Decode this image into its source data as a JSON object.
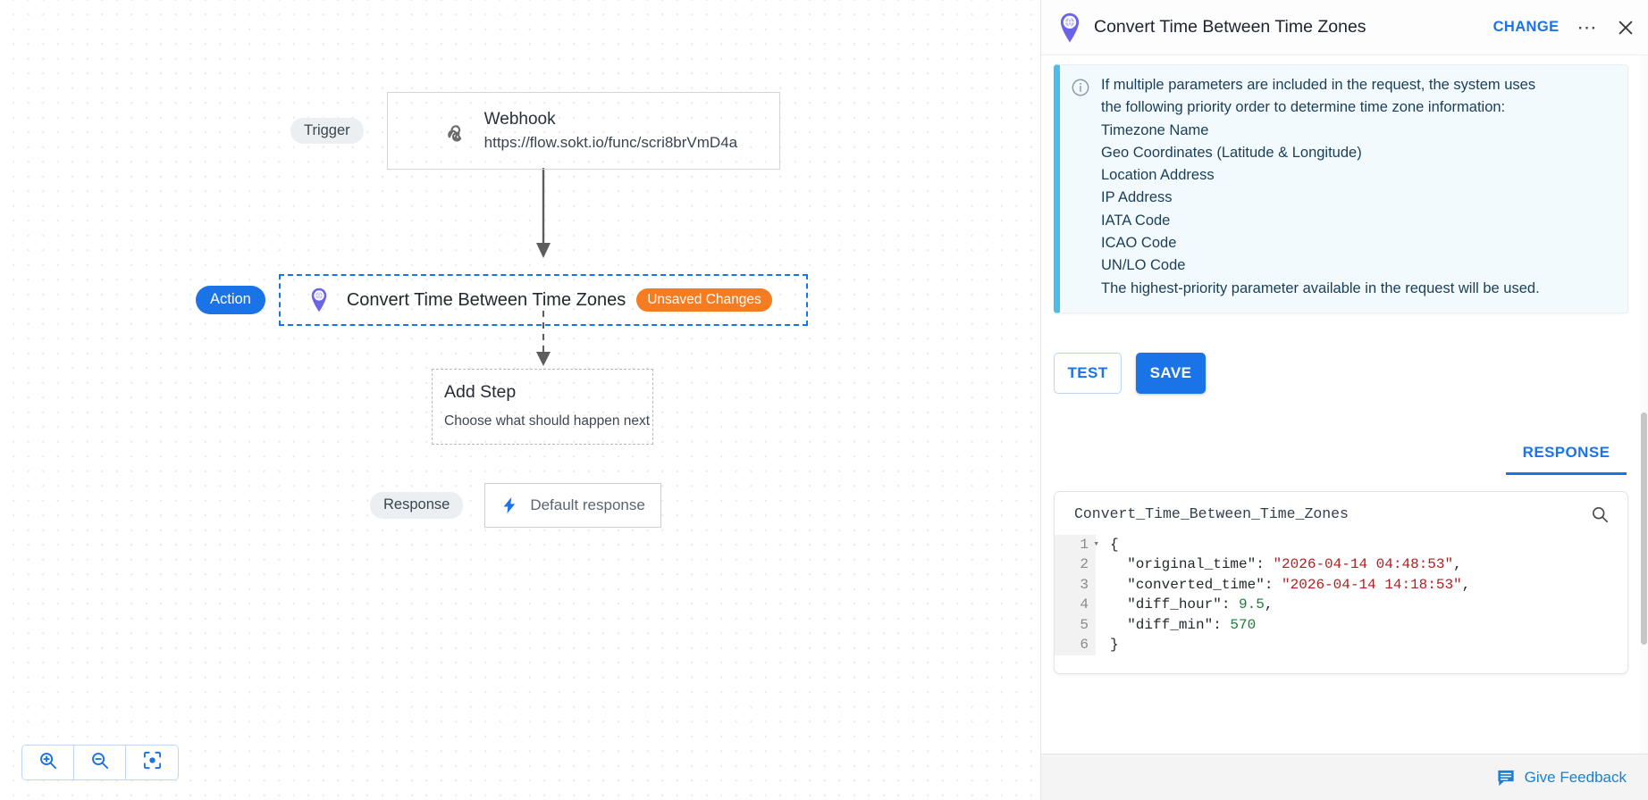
{
  "canvas": {
    "trigger": {
      "pill_label": "Trigger",
      "node_title": "Webhook",
      "node_url": "https://flow.sokt.io/func/scri8brVmD4a",
      "icon": "webhook-icon"
    },
    "action": {
      "pill_label": "Action",
      "node_title": "Convert Time Between Time Zones",
      "badge_label": "Unsaved Changes",
      "badge_color": "#f57c20",
      "icon": "map-pin-globe-icon",
      "selected_border_color": "#1b73e8"
    },
    "add_step": {
      "title": "Add Step",
      "subtitle": "Choose what should happen next"
    },
    "response": {
      "pill_label": "Response",
      "node_title": "Default response",
      "icon": "lightning-bolt-icon"
    },
    "zoom_controls": [
      {
        "name": "zoom-in",
        "icon": "magnifier-plus-icon"
      },
      {
        "name": "zoom-out",
        "icon": "magnifier-minus-icon"
      },
      {
        "name": "fit-to-screen",
        "icon": "focus-target-icon"
      }
    ]
  },
  "panel": {
    "header": {
      "title": "Convert Time Between Time Zones",
      "change_label": "CHANGE",
      "more_icon": "ellipsis-icon",
      "close_icon": "close-icon",
      "app_icon": "map-pin-globe-icon"
    },
    "info_box": {
      "icon": "info-circle-icon",
      "accent_color": "#4ebcea",
      "lines": [
        "If multiple parameters are included in the request, the system uses",
        "the following priority order to determine time zone information:",
        "Timezone Name",
        "Geo Coordinates (Latitude & Longitude)",
        "Location Address",
        "IP Address",
        "IATA Code",
        "ICAO Code",
        "UN/LO Code",
        "The highest-priority parameter available in the request will be used."
      ]
    },
    "buttons": {
      "test_label": "TEST",
      "save_label": "SAVE",
      "primary_color": "#1b73e8"
    },
    "tabs": [
      {
        "label": "RESPONSE",
        "active": true
      }
    ],
    "response_card": {
      "title": "Convert_Time_Between_Time_Zones",
      "search_icon": "search-icon",
      "line_numbers": [
        "1",
        "2",
        "3",
        "4",
        "5",
        "6"
      ],
      "code_lines": [
        [
          {
            "t": "{",
            "c": "key"
          }
        ],
        [
          {
            "t": "  \"original_time\": ",
            "c": "key"
          },
          {
            "t": "\"2026-04-14 04:48:53\"",
            "c": "str"
          },
          {
            "t": ",",
            "c": "key"
          }
        ],
        [
          {
            "t": "  \"converted_time\": ",
            "c": "key"
          },
          {
            "t": "\"2026-04-14 14:18:53\"",
            "c": "str"
          },
          {
            "t": ",",
            "c": "key"
          }
        ],
        [
          {
            "t": "  \"diff_hour\": ",
            "c": "key"
          },
          {
            "t": "9.5",
            "c": "num"
          },
          {
            "t": ",",
            "c": "key"
          }
        ],
        [
          {
            "t": "  \"diff_min\": ",
            "c": "key"
          },
          {
            "t": "570",
            "c": "num"
          }
        ],
        [
          {
            "t": "}",
            "c": "key"
          }
        ]
      ]
    },
    "footer": {
      "feedback_label": "Give Feedback",
      "feedback_icon": "chat-bubble-icon"
    }
  }
}
